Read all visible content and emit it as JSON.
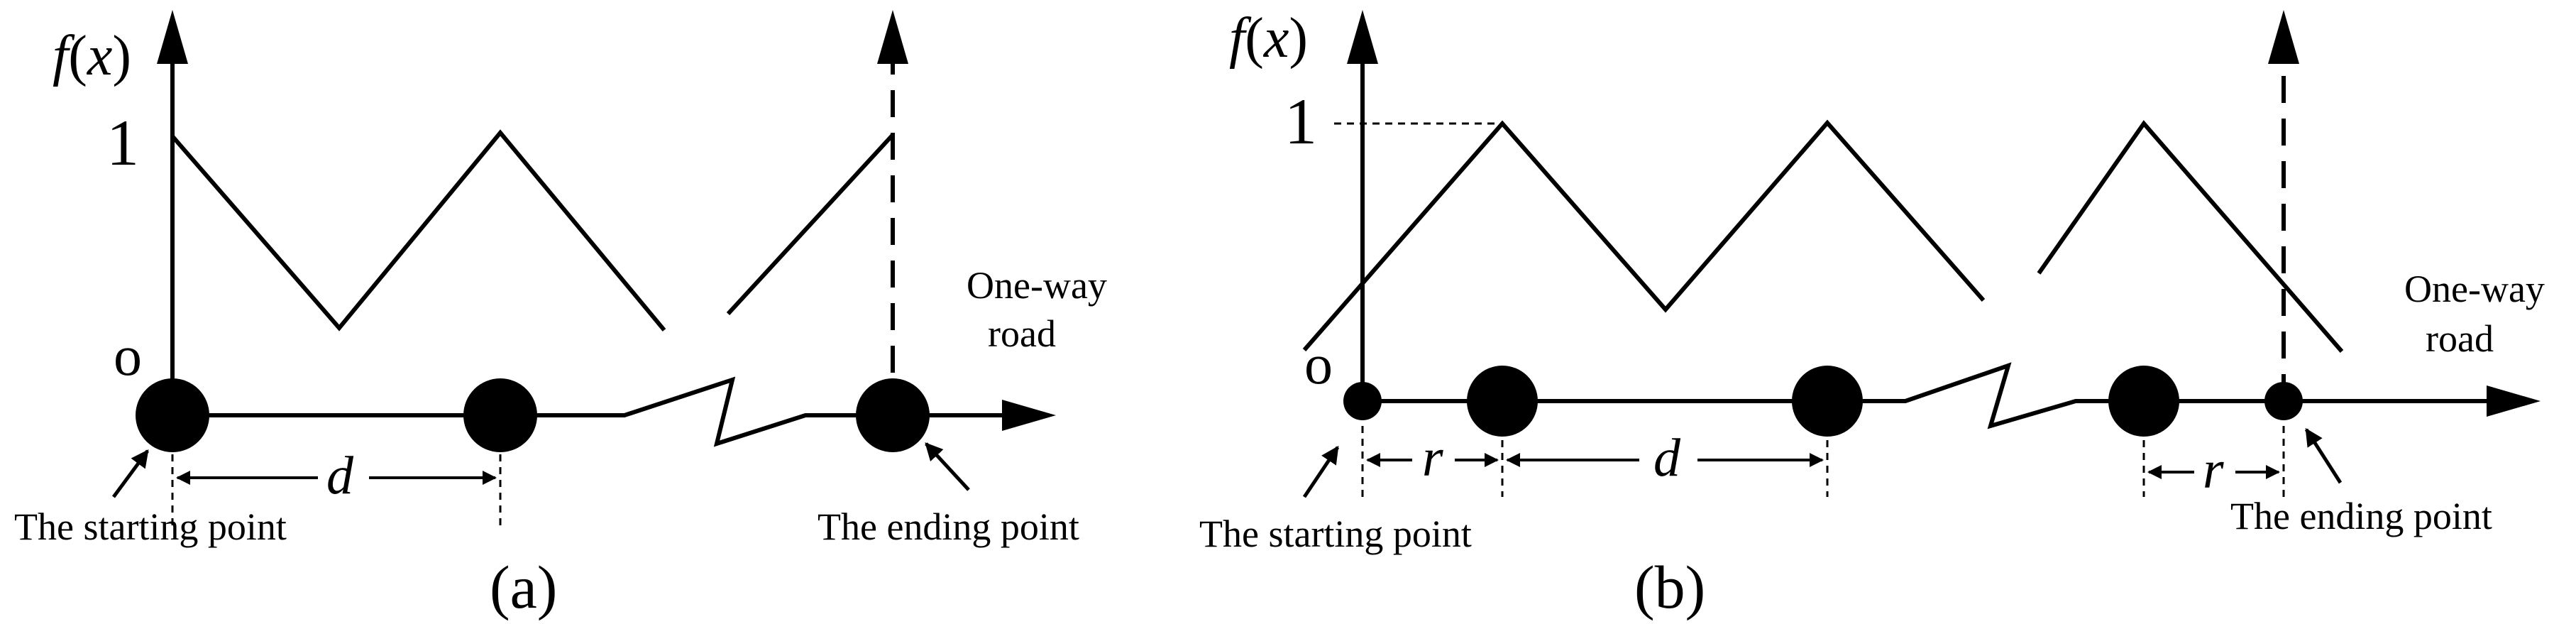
{
  "panel_a": {
    "y_axis_label": "f(x)",
    "tick_one": "1",
    "origin": "o",
    "road_label_line1": "One-way",
    "road_label_line2": "road",
    "spacing_symbol": "d",
    "start_label": "The starting point",
    "end_label": "The ending point",
    "caption": "(a)"
  },
  "panel_b": {
    "y_axis_label": "f(x)",
    "tick_one": "1",
    "origin": "o",
    "road_label_line1": "One-way",
    "road_label_line2": "road",
    "offset_symbol_left": "r",
    "spacing_symbol": "d",
    "offset_symbol_right": "r",
    "start_label": "The starting point",
    "end_label": "The ending point",
    "caption": "(b)"
  }
}
